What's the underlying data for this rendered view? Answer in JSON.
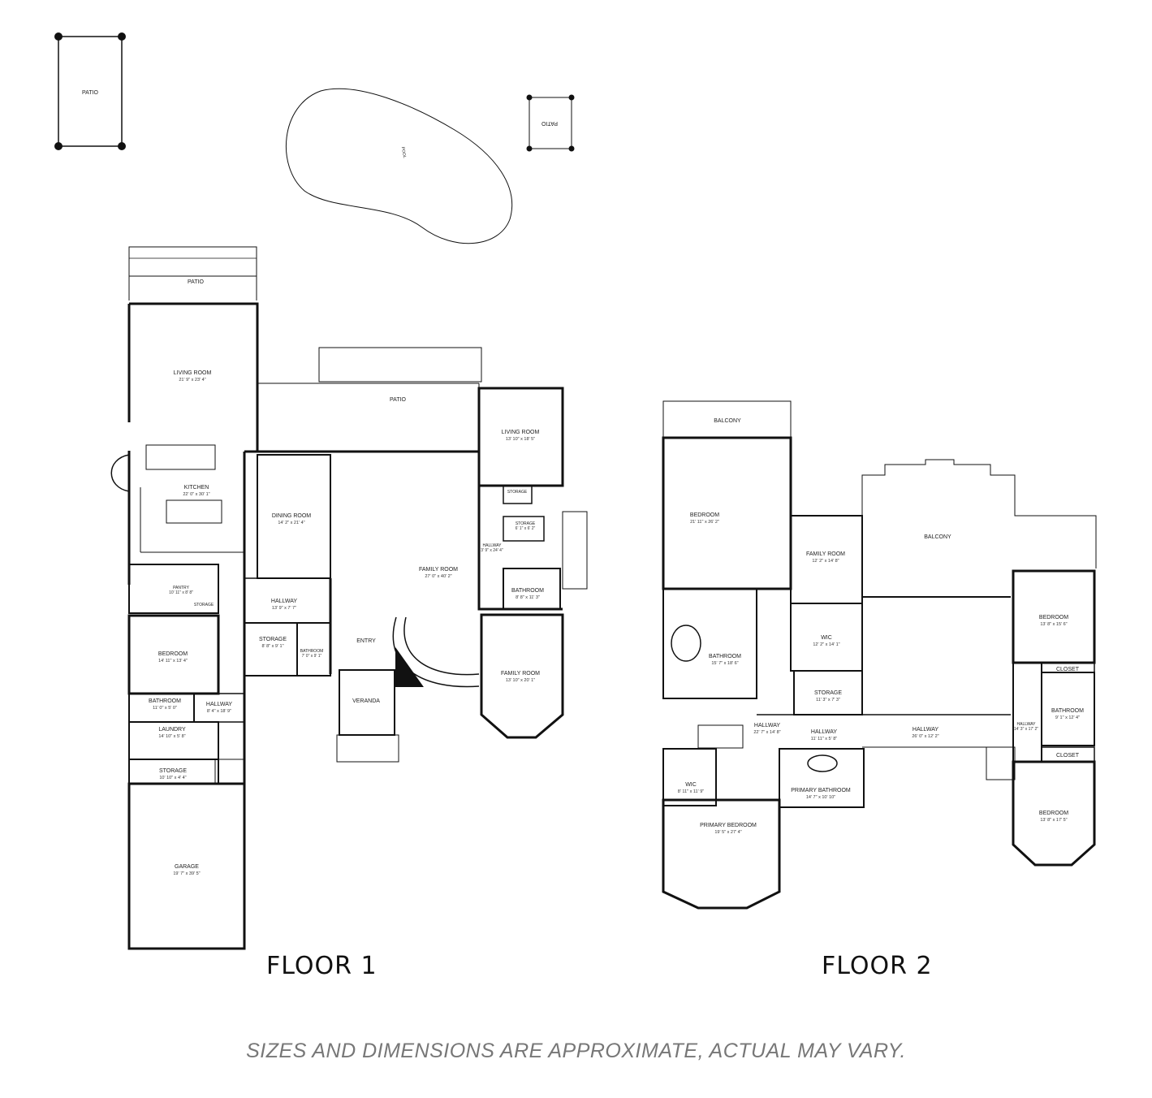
{
  "floors": [
    {
      "title": "FLOOR 1"
    },
    {
      "title": "FLOOR 2"
    }
  ],
  "disclaimer": "SIZES AND DIMENSIONS ARE APPROXIMATE, ACTUAL MAY VARY.",
  "exterior": {
    "patio_a": "PATIO",
    "pool": "POOL",
    "patio_b": "PATIO"
  },
  "floor1_rooms": {
    "patio_top": "PATIO",
    "living_room": {
      "name": "LIVING ROOM",
      "dim": "21' 9\" x 23' 4\""
    },
    "kitchen": {
      "name": "KITCHEN",
      "dim": "22' 0\" x 30' 1\""
    },
    "patio_center": "PATIO",
    "dining_room": {
      "name": "DINING ROOM",
      "dim": "14' 2\" x 21' 4\""
    },
    "family_room": {
      "name": "FAMILY ROOM",
      "dim": "27' 0\" x 40' 2\""
    },
    "living_room_2": {
      "name": "LIVING ROOM",
      "dim": "13' 10\" x 18' 5\""
    },
    "storage_small": "STORAGE",
    "storage_2": {
      "name": "STORAGE",
      "dim": "6' 1\" x 6' 2\""
    },
    "hallway_side": {
      "name": "HALLWAY",
      "dim": "3' 9\" x 24' 4\""
    },
    "bathroom_side": {
      "name": "BATHROOM",
      "dim": "8' 8\" x 11' 3\""
    },
    "pantry": {
      "name": "PANTRY",
      "dim": "10' 11\" x 8' 8\""
    },
    "storage_pantry": "STORAGE",
    "hallway_mid": {
      "name": "HALLWAY",
      "dim": "13' 9\" x 7' 7\""
    },
    "storage_mid": {
      "name": "STORAGE",
      "dim": "8' 8\" x 9' 1\""
    },
    "bathroom_mid": {
      "name": "BATHROOM",
      "dim": "7' 0\" x 9' 1\""
    },
    "entry": "ENTRY",
    "veranda": "VERANDA",
    "family_room_2": {
      "name": "FAMILY ROOM",
      "dim": "13' 10\" x 20' 1\""
    },
    "bedroom": {
      "name": "BEDROOM",
      "dim": "14' 11\" x 13' 4\""
    },
    "bathroom_bed": {
      "name": "BATHROOM",
      "dim": "11' 0\" x 5' 0\""
    },
    "hallway_bed": {
      "name": "HALLWAY",
      "dim": "8' 4\" x 18' 9\""
    },
    "laundry": {
      "name": "LAUNDRY",
      "dim": "14' 10\" x 5' 8\""
    },
    "storage_laundry": {
      "name": "STORAGE",
      "dim": "10' 10\" x 4' 4\""
    },
    "garage": {
      "name": "GARAGE",
      "dim": "19' 7\" x 39' 5\""
    }
  },
  "floor2_rooms": {
    "balcony_left": "BALCONY",
    "bedroom_main": {
      "name": "BEDROOM",
      "dim": "21' 11\" x 26' 2\""
    },
    "family_room": {
      "name": "FAMILY ROOM",
      "dim": "12' 2\" x 14' 8\""
    },
    "balcony_right": "BALCONY",
    "bathroom_big": {
      "name": "BATHROOM",
      "dim": "15' 7\" x 18' 6\""
    },
    "wic_mid": {
      "name": "WIC",
      "dim": "12' 2\" x 14' 1\""
    },
    "storage": {
      "name": "STORAGE",
      "dim": "11' 3\" x 7' 3\""
    },
    "bedroom_right": {
      "name": "BEDROOM",
      "dim": "13' 8\" x 15' 6\""
    },
    "closet_1": "CLOSET",
    "bathroom_right": {
      "name": "BATHROOM",
      "dim": "9' 1\" x 12' 4\""
    },
    "hallway_a": {
      "name": "HALLWAY",
      "dim": "22' 7\" x 14' 8\""
    },
    "hallway_b": {
      "name": "HALLWAY",
      "dim": "11' 11\" x 5' 8\""
    },
    "hallway_c": {
      "name": "HALLWAY",
      "dim": "26' 0\" x 12' 2\""
    },
    "hallway_d": {
      "name": "HALLWAY",
      "dim": "14' 3\" x 17' 2\""
    },
    "closet_2": "CLOSET",
    "wic_left": {
      "name": "WIC",
      "dim": "8' 11\" x 11' 9\""
    },
    "primary_bath": {
      "name": "PRIMARY BATHROOM",
      "dim": "14' 7\" x 10' 10\""
    },
    "primary_bed": {
      "name": "PRIMARY BEDROOM",
      "dim": "19' 5\" x 27' 4\""
    },
    "bedroom_bottom": {
      "name": "BEDROOM",
      "dim": "13' 8\" x 17' 5\""
    }
  }
}
